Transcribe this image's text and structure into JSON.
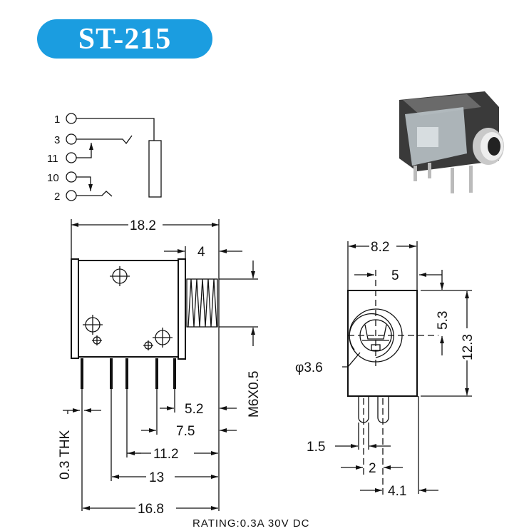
{
  "title": "ST-215",
  "schematic": {
    "pins": [
      "1",
      "3",
      "11",
      "10",
      "2"
    ]
  },
  "side_view": {
    "dims": {
      "overall_length": "18.2",
      "thread_length": "4",
      "thread": "M6X0.5",
      "pin1": "5.2",
      "pin2": "7.5",
      "pin3": "11.2",
      "pin4": "13",
      "pin5": "16.8",
      "thickness": "0.3 THK"
    }
  },
  "front_view": {
    "dims": {
      "width": "8.2",
      "center": "5",
      "center_height": "5.3",
      "height": "12.3",
      "hole": "φ3.6",
      "pin_width": "1.5",
      "pin_pitch": "2",
      "pin_offset": "4.1"
    }
  },
  "rating": "RATING:0.3A 30V DC",
  "colors": {
    "title_bg": "#1b9de0",
    "line": "#111111"
  }
}
